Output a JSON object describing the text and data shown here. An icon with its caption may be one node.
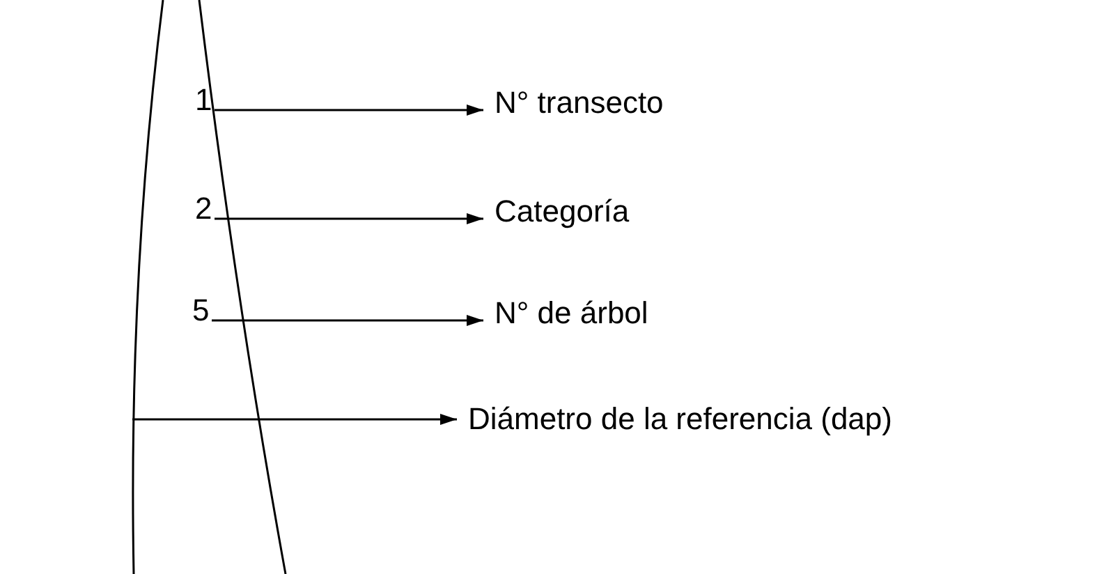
{
  "diagram": {
    "nodes": [
      {
        "text": [
          "1"
        ]
      },
      {
        "text": [
          "N° transecto"
        ]
      },
      {
        "text": [
          "2"
        ]
      },
      {
        "text": [
          "Categoría"
        ]
      },
      {
        "text": [
          "5"
        ]
      },
      {
        "text": [
          "N° de árbol"
        ]
      },
      {
        "text": [
          "Diámetro de la referencia (dap)"
        ]
      }
    ],
    "edges": [
      {
        "from": 0,
        "to": 1,
        "arrow": "to"
      },
      {
        "from": 2,
        "to": 3,
        "arrow": "to"
      },
      {
        "from": 4,
        "to": 5,
        "arrow": "to"
      },
      {
        "from": null,
        "to": 6,
        "arrow": "to"
      }
    ]
  }
}
